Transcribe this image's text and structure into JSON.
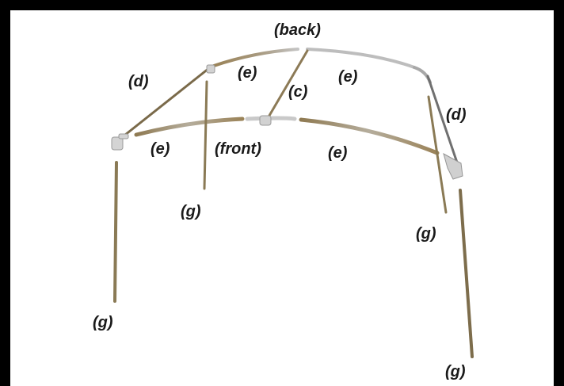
{
  "labels": {
    "back": "(back)",
    "front": "(front)",
    "c": "(c)",
    "d": "(d)",
    "e": "(e)",
    "g": "(g)"
  },
  "colors": {
    "border": "#000000",
    "tube_brass": "#9a8257",
    "tube_silver": "#b8b8b8",
    "fitting": "#cfcfcf",
    "text": "#1a1a1a"
  }
}
